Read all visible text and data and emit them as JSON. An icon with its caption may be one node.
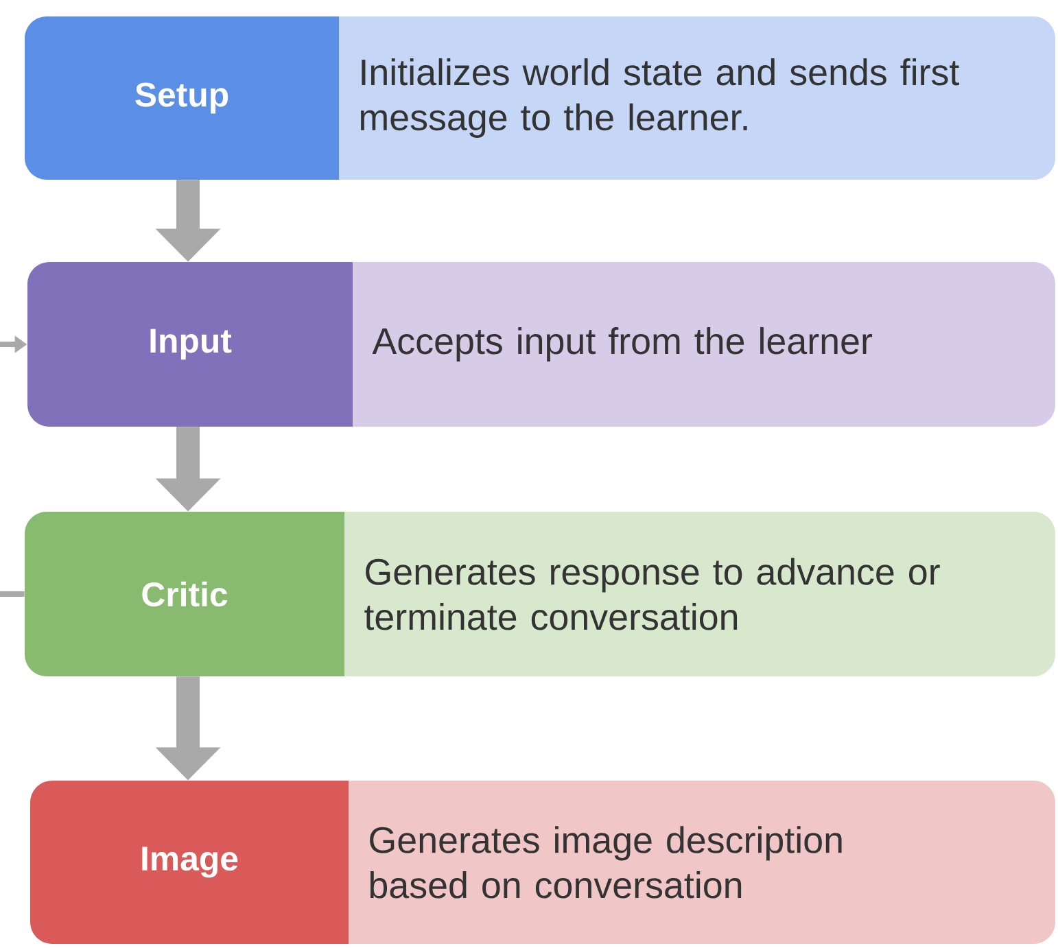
{
  "diagram": {
    "nodes": [
      {
        "text": [
          "Setup"
        ]
      },
      {
        "text": [
          "Initializes world state and sends first message to the learner."
        ]
      },
      {
        "text": [
          "Input"
        ]
      },
      {
        "text": [
          "Accepts input from the learner"
        ]
      },
      {
        "text": [
          "Critic"
        ]
      },
      {
        "text": [
          "Generates response to advance or terminate conversation"
        ]
      },
      {
        "text": [
          "Image"
        ]
      },
      {
        "text": [
          "Generates image description based on conversation"
        ]
      }
    ],
    "edges": [
      {
        "from": 0,
        "to": 2,
        "arrow": "to"
      },
      {
        "from": 2,
        "to": 4,
        "arrow": "to"
      },
      {
        "from": 4,
        "to": 6,
        "arrow": "to"
      },
      {
        "from": 4,
        "to": 2,
        "arrow": "to"
      }
    ]
  }
}
